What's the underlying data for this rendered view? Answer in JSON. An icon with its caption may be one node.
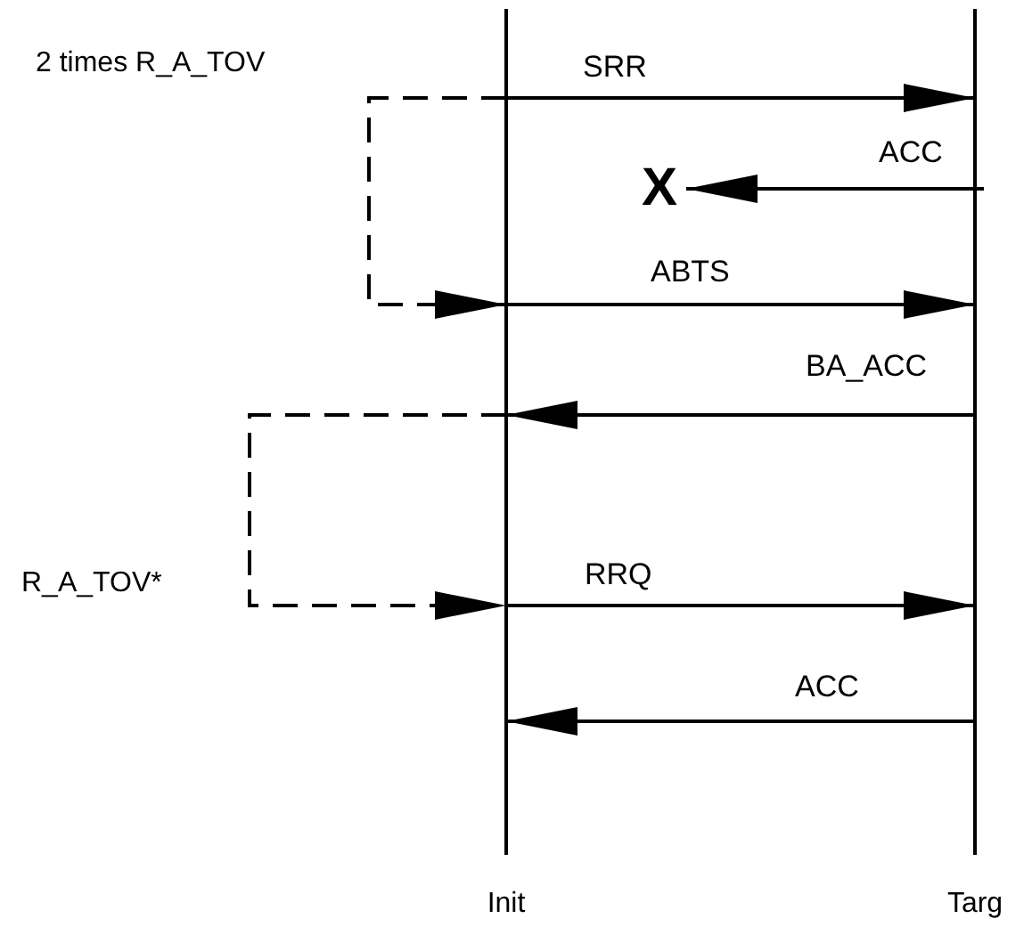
{
  "diagram": {
    "nodes": [
      {
        "text": [
          "Init"
        ]
      },
      {
        "text": [
          "Targ"
        ]
      },
      {
        "text": [
          "X"
        ]
      }
    ],
    "edges": [
      {
        "from": 0,
        "to": 1,
        "arrow": "to",
        "label": "SRR"
      },
      {
        "from": 1,
        "to": 2,
        "arrow": "to",
        "label": "ACC"
      },
      {
        "from": 0,
        "to": 0,
        "arrow": "to",
        "style": "dashed"
      },
      {
        "from": 0,
        "to": 1,
        "arrow": "to",
        "label": "ABTS"
      },
      {
        "from": 1,
        "to": 0,
        "arrow": "to",
        "label": "BA_ACC"
      },
      {
        "from": 0,
        "to": 0,
        "arrow": "to",
        "style": "dashed"
      },
      {
        "from": 0,
        "to": 1,
        "arrow": "to",
        "label": "RRQ"
      },
      {
        "from": 1,
        "to": 0,
        "arrow": "to",
        "label": "ACC"
      }
    ],
    "labels": [
      "2 times R_A_TOV",
      "R_A_TOV*"
    ]
  }
}
